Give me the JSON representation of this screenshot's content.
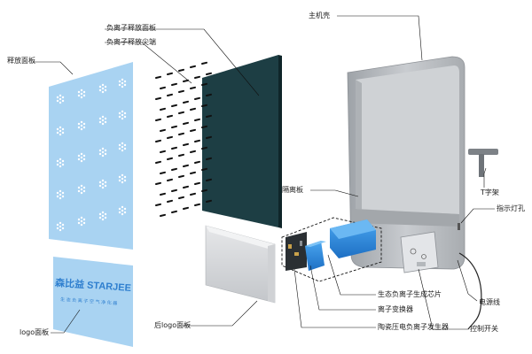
{
  "labels": {
    "release_panel": "释放面板",
    "logo_panel": "logo面板",
    "neg_ion_release_panel": "负离子释放面板",
    "neg_ion_release_tip": "负离子释放尖端",
    "main_shell": "主机壳",
    "t_bracket": "T字架",
    "indicator_hole": "指示灯孔",
    "partition": "隔离板",
    "bio_chip": "生态负离子生成芯片",
    "ion_converter": "离子变换器",
    "ceramic_generator": "陶瓷压电负离子发生器",
    "back_logo_panel": "后logo面板",
    "power_cord": "电源线",
    "control_switch": "控制开关"
  },
  "brand": {
    "name": "森比益 STARJEE",
    "tagline": "生 态 负 离 子 空 气 净 化 器"
  },
  "colors": {
    "panel_blue": "#a9d3f2",
    "logo_blue": "#2f7fcf",
    "dark_panel": "#1d3e44",
    "shell_grey": "#b8bcc0",
    "chip_blue": "#2f8de0"
  }
}
